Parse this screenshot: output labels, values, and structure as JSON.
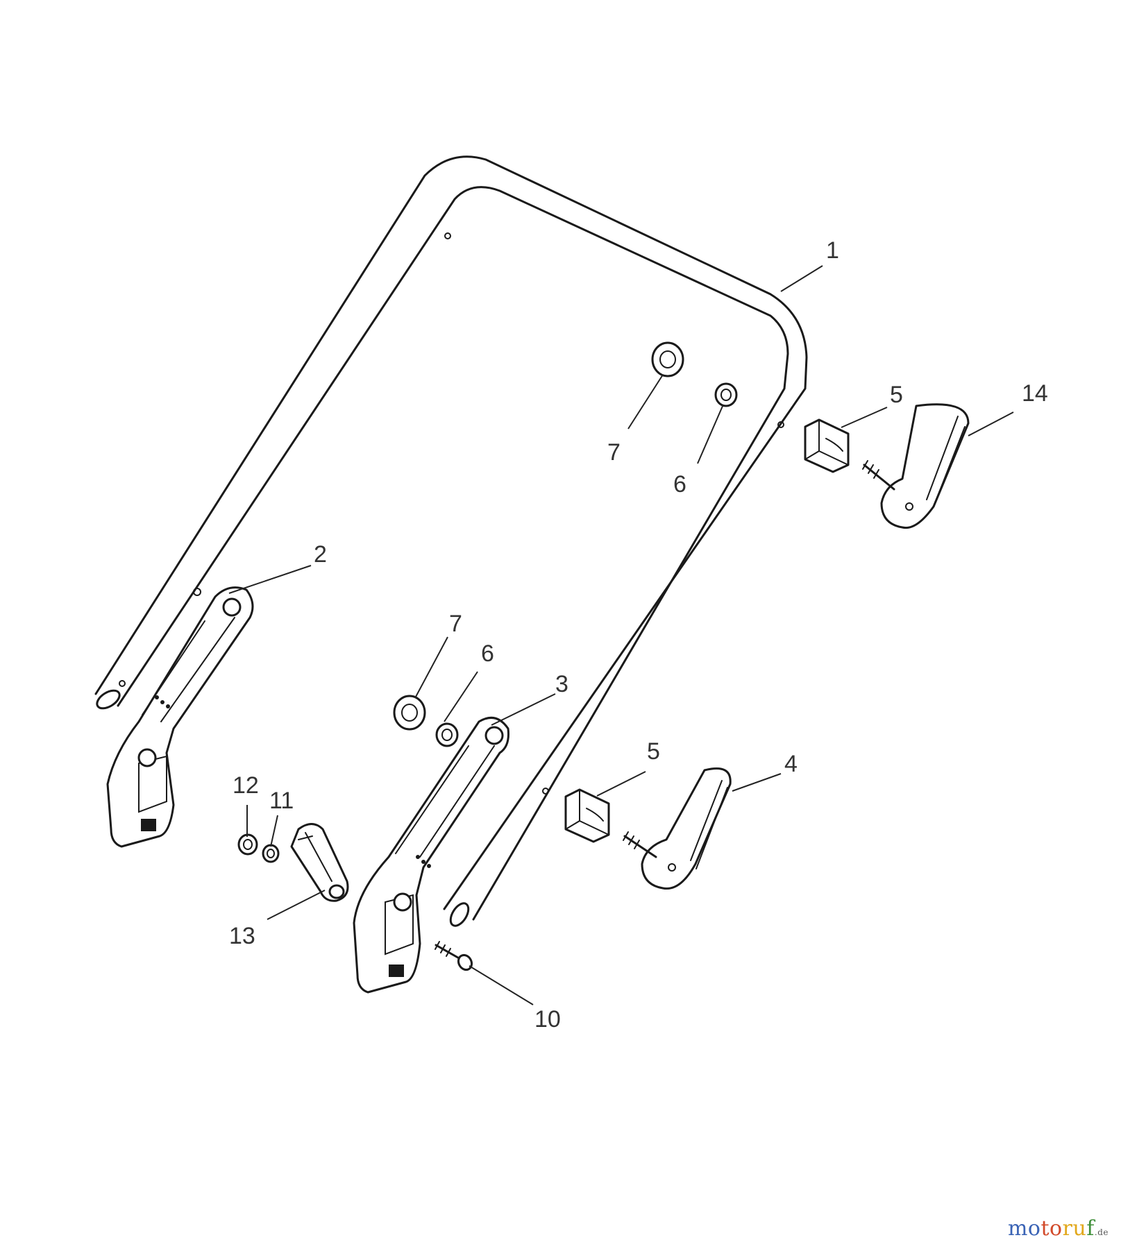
{
  "callouts": {
    "handle_bar": "1",
    "left_bracket": "2",
    "right_bracket": "3",
    "knob_lower": "4",
    "clamp_upper": "5",
    "clamp_lower": "5",
    "washer_upper": "6",
    "washer_lower": "6",
    "nut_upper": "7",
    "nut_lower": "7",
    "screw": "10",
    "washer_small": "11",
    "nut_small": "12",
    "cam_lever": "13",
    "knob_upper": "14"
  },
  "watermark": {
    "part1": "mo",
    "part2": "to",
    "part3": "ru",
    "part4": "f",
    "tld": ".de"
  }
}
